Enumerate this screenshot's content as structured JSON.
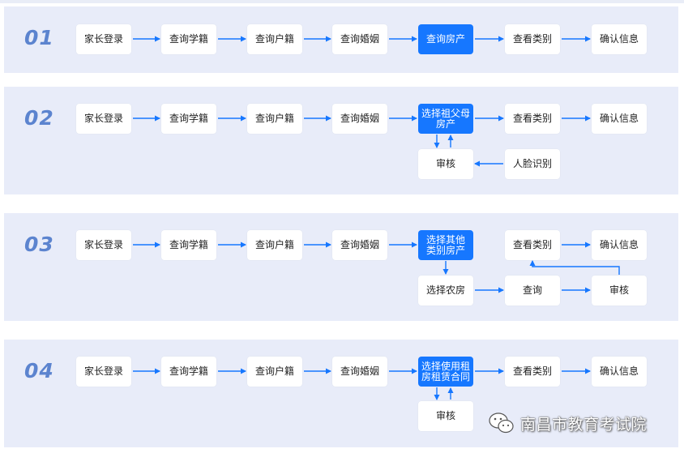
{
  "colors": {
    "accent": "#1677ff",
    "panel": "#e8ecf9",
    "number": "#5c84cf",
    "arrow": "#1677ff"
  },
  "common": {
    "s1": "家长登录",
    "s2": "查询学籍",
    "s3": "查询户籍",
    "s4": "查询婚姻",
    "s6": "查看类别",
    "s7": "确认信息"
  },
  "rows": [
    {
      "number": "01",
      "highlight": "查询房产"
    },
    {
      "number": "02",
      "highlight": "选择祖父母\n房产",
      "review": "审核",
      "face": "人脸识别"
    },
    {
      "number": "03",
      "highlight": "选择其他\n类别房产",
      "rural": "选择农房",
      "query": "查询",
      "review": "审核"
    },
    {
      "number": "04",
      "highlight": "选择使用租\n房租赁合同",
      "review": "审核"
    }
  ],
  "watermark": {
    "text": "南昌市教育考试院",
    "icon": "wechat-icon"
  }
}
